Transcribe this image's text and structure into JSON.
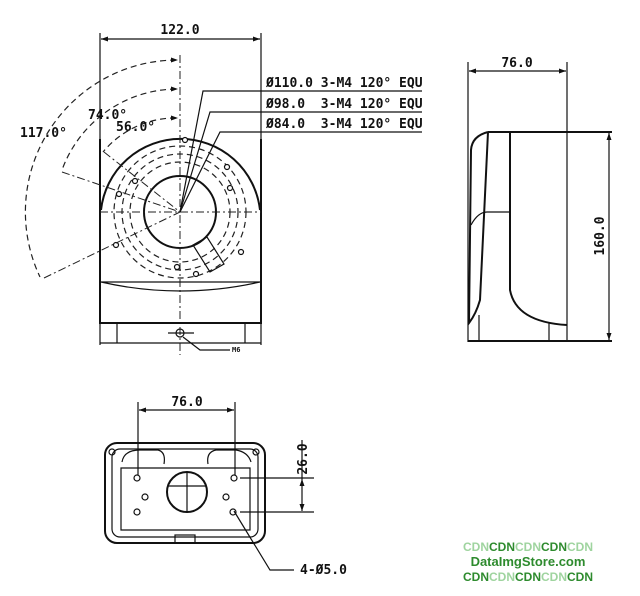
{
  "front_view": {
    "width_dim": "122.0",
    "angle_outer": "117.0°",
    "angle_mid": "74.0°",
    "angle_inner": "56.0°",
    "callouts": [
      "Ø110.0 3-M4 120° EQU",
      "Ø98.0  3-M4 120° EQU",
      "Ø84.0  3-M4 120° EQU"
    ],
    "thread_label": "M6"
  },
  "side_view": {
    "depth_dim": "76.0",
    "height_dim": "160.0"
  },
  "bottom_view": {
    "hole_spacing_dim": "76.0",
    "vertical_spacing_dim": "26.0",
    "hole_callout": "4-Ø5.0"
  },
  "watermark": {
    "line1": "CDNCDNCDNCDNCDN",
    "line2": "DataImgStore.com",
    "line3": "CDNCDNCDNCDNCDN",
    "colors": {
      "dark": "#2e8b2e",
      "light": "#9fd49f"
    }
  }
}
